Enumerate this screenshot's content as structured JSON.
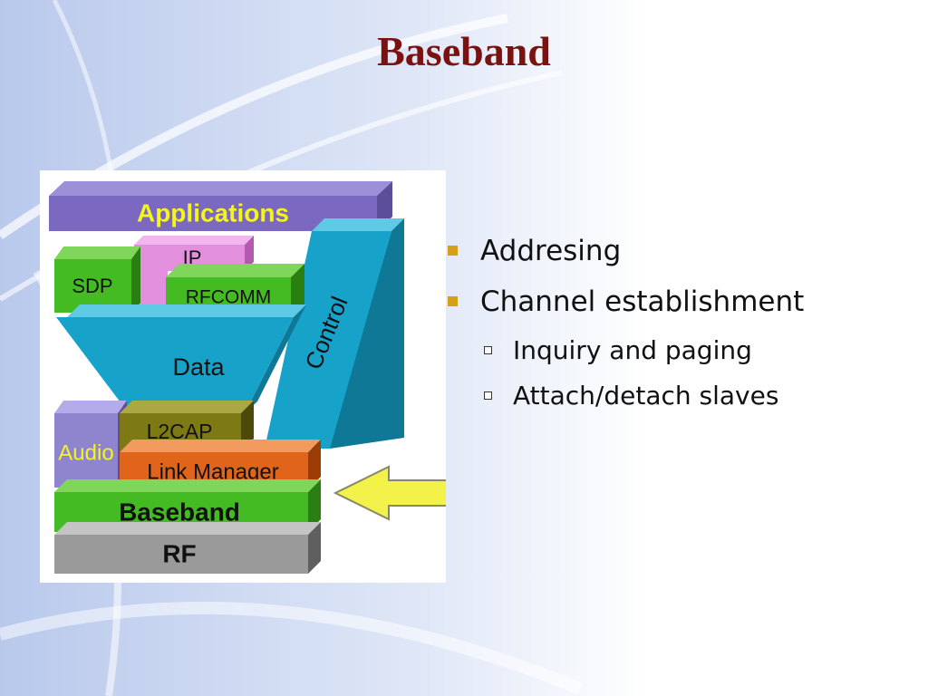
{
  "slide": {
    "title": "Baseband"
  },
  "diagram": {
    "applications": "Applications",
    "ip": "IP",
    "sdp": "SDP",
    "rfcomm": "RFCOMM",
    "data": "Data",
    "control": "Control",
    "audio": "Audio",
    "l2cap": "L2CAP",
    "link_manager": "Link Manager",
    "baseband": "Baseband",
    "rf": "RF"
  },
  "bullets": [
    {
      "text": "Addresing",
      "sub": []
    },
    {
      "text": "Channel establishment",
      "sub": [
        "Inquiry and paging",
        "Attach/detach slaves"
      ]
    }
  ],
  "colors": {
    "title": "#7b1212",
    "applications": "#7b68c0",
    "ip": "#e28fdd",
    "green": "#44bb22",
    "cyan": "#17a3c9",
    "audio": "#8f85cf",
    "l2cap": "#7d7a15",
    "link_manager": "#e0641a",
    "rf": "#9a9a9a",
    "arrow": "#f2f24a",
    "bullet_marker": "#d4a017"
  }
}
